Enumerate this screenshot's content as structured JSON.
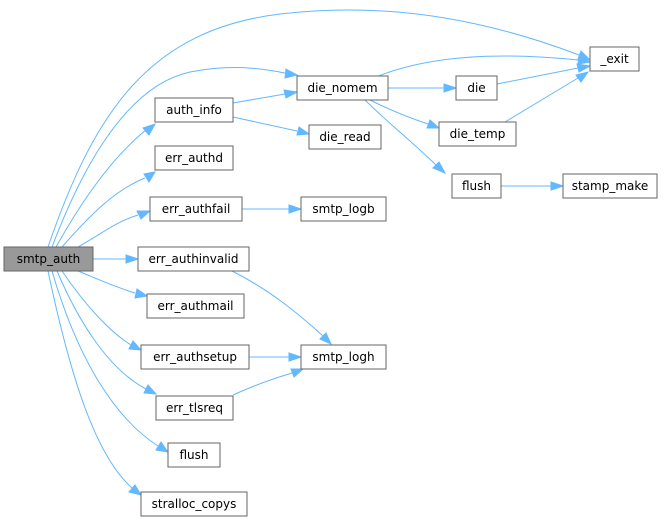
{
  "graph": {
    "title": "",
    "edge_color": "#63b8ff",
    "root_fill": "#999999",
    "node_fill": "#ffffff",
    "node_border": "#666666",
    "nodes": {
      "smtp_auth": "smtp_auth",
      "auth_info": "auth_info",
      "err_authd": "err_authd",
      "err_authfail": "err_authfail",
      "err_authinvalid": "err_authinvalid",
      "err_authmail": "err_authmail",
      "err_authsetup": "err_authsetup",
      "err_tlsreq": "err_tlsreq",
      "flush_left": "flush",
      "stralloc_copys": "stralloc_copys",
      "die_nomem": "die_nomem",
      "die_read": "die_read",
      "smtp_logb": "smtp_logb",
      "smtp_logh": "smtp_logh",
      "die": "die",
      "die_temp": "die_temp",
      "flush_right": "flush",
      "stamp_make": "stamp_make",
      "exit": "_exit"
    },
    "edges": [
      [
        "smtp_auth",
        "exit"
      ],
      [
        "smtp_auth",
        "die_nomem"
      ],
      [
        "smtp_auth",
        "auth_info"
      ],
      [
        "smtp_auth",
        "err_authd"
      ],
      [
        "smtp_auth",
        "err_authfail"
      ],
      [
        "smtp_auth",
        "err_authinvalid"
      ],
      [
        "smtp_auth",
        "err_authmail"
      ],
      [
        "smtp_auth",
        "err_authsetup"
      ],
      [
        "smtp_auth",
        "err_tlsreq"
      ],
      [
        "smtp_auth",
        "flush_left"
      ],
      [
        "smtp_auth",
        "stralloc_copys"
      ],
      [
        "auth_info",
        "die_nomem"
      ],
      [
        "auth_info",
        "die_read"
      ],
      [
        "die_nomem",
        "exit"
      ],
      [
        "die_nomem",
        "die"
      ],
      [
        "die_nomem",
        "die_temp"
      ],
      [
        "die_nomem",
        "flush_right"
      ],
      [
        "die",
        "exit"
      ],
      [
        "die_temp",
        "exit"
      ],
      [
        "flush_right",
        "stamp_make"
      ],
      [
        "err_authfail",
        "smtp_logb"
      ],
      [
        "err_authinvalid",
        "smtp_logh"
      ],
      [
        "err_authsetup",
        "smtp_logh"
      ],
      [
        "err_tlsreq",
        "smtp_logh"
      ]
    ]
  }
}
